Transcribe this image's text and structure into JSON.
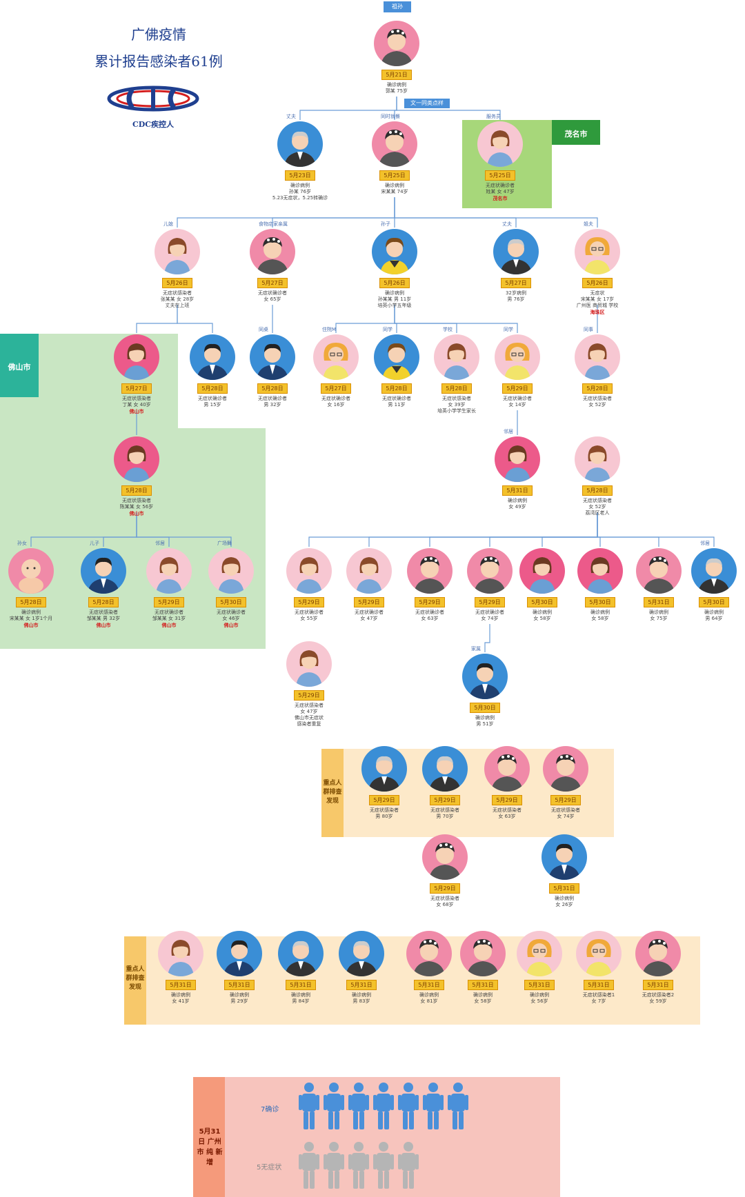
{
  "title": {
    "line1": "广佛疫情",
    "line2": "累计报告感染者61例"
  },
  "logo": {
    "text": "CDC疾控人"
  },
  "top_label": "祖孙",
  "cluster_label": "文一同类点样",
  "zones": {
    "maoming": "茂名市",
    "foshan": "佛山市",
    "key_group_1": "重点人群排查发现",
    "key_group_2": "重点人群排查发现",
    "summary": "5月31日 广州市 纯 新增"
  },
  "summary": {
    "confirmed_label": "7确诊",
    "asymptomatic_label": "5无症状",
    "confirmed_count": 7,
    "asymptomatic_count": 5
  },
  "nodes": [
    {
      "id": "root",
      "date": "5月21日",
      "desc": "确诊病例\n郭某 75岁",
      "kind": "grandma"
    },
    {
      "id": "n1",
      "rel": "丈夫",
      "date": "5月23日",
      "desc": "确诊病例\n孙某 76岁\n5.23无症状，5.25转确诊",
      "kind": "oldman"
    },
    {
      "id": "n2",
      "rel": "同时就餐",
      "date": "5月25日",
      "desc": "确诊病例\n宋某某 74岁",
      "kind": "grandma"
    },
    {
      "id": "n3",
      "rel": "服务员",
      "date": "5月25日",
      "desc": "无症状确诊者\n姓某 女 47岁",
      "place": "茂名市",
      "kind": "woman"
    },
    {
      "id": "n4",
      "rel": "儿媳",
      "date": "5月26日",
      "desc": "无症状感染者\n张某某 女 28岁\n丈夫在上班",
      "kind": "woman"
    },
    {
      "id": "n5",
      "rel": "食物店家亲属",
      "date": "5月27日",
      "desc": "无症状确诊者\n女 65岁",
      "kind": "grandma"
    },
    {
      "id": "n6",
      "rel": "孙子",
      "date": "5月26日",
      "desc": "确诊病例\n孙某某 男 11岁\n培英小学五年级",
      "kind": "boy"
    },
    {
      "id": "n7",
      "rel": "丈夫",
      "date": "5月27日",
      "desc": "32岁病例\n男 76岁",
      "kind": "oldman"
    },
    {
      "id": "n8",
      "rel": "姐夫",
      "date": "5月26日",
      "desc": "无症状\n宋某某 女 17岁\n广州医 商贸城 学校",
      "place": "海珠区",
      "kind": "girl"
    },
    {
      "id": "n9",
      "date": "5月27日",
      "desc": "无症状感染者\n丁某 女 40岁",
      "place": "佛山市",
      "kind": "woman2"
    },
    {
      "id": "n10",
      "date": "5月28日",
      "desc": "无症状确诊者\n男 15岁",
      "kind": "man"
    },
    {
      "id": "n11",
      "rel": "同桌",
      "date": "5月28日",
      "desc": "无症状确诊者\n男 32岁",
      "kind": "man"
    },
    {
      "id": "n12",
      "rel": "住院M",
      "date": "5月27日",
      "desc": "无症状确诊者\n女 16岁",
      "kind": "girl"
    },
    {
      "id": "n13",
      "rel": "同学",
      "date": "5月28日",
      "desc": "无症状确诊者\n男 11岁",
      "kind": "boy"
    },
    {
      "id": "n14",
      "rel": "学校",
      "date": "5月28日",
      "desc": "无症状感染者\n女 39岁\n培英小学学生家长",
      "kind": "woman"
    },
    {
      "id": "n15",
      "rel": "同学",
      "date": "5月29日",
      "desc": "无症状确诊者\n女 14岁",
      "kind": "girl"
    },
    {
      "id": "n16",
      "rel": "同事",
      "date": "5月28日",
      "desc": "无症状感染者\n女 52岁",
      "kind": "woman"
    },
    {
      "id": "n17",
      "date": "5月28日",
      "desc": "无症状感染者\n陈某某 女 56岁",
      "place": "佛山市",
      "kind": "woman2"
    },
    {
      "id": "n18",
      "rel": "邻居",
      "date": "5月31日",
      "desc": "确诊病例\n女 49岁",
      "kind": "woman2"
    },
    {
      "id": "n19",
      "date": "5月28日",
      "desc": "无症状感染者\n女 52岁\n荔湾区老人",
      "kind": "woman"
    },
    {
      "id": "n20",
      "rel": "孙女",
      "date": "5月28日",
      "desc": "确诊病例\n宋某某 女 1岁1个月",
      "place": "佛山市",
      "kind": "baby"
    },
    {
      "id": "n21",
      "rel": "儿子",
      "date": "5月28日",
      "desc": "无症状感染者\n邹某某 男 32岁",
      "place": "佛山市",
      "kind": "man"
    },
    {
      "id": "n22",
      "rel": "邻居",
      "date": "5月29日",
      "desc": "无症状确诊者\n邹某某 女 31岁",
      "place": "佛山市",
      "kind": "woman"
    },
    {
      "id": "n23",
      "rel": "广场舞",
      "date": "5月30日",
      "desc": "无症状确诊者\n女 46岁",
      "place": "佛山市",
      "kind": "woman"
    },
    {
      "id": "n24",
      "date": "5月29日",
      "desc": "无症状确诊者\n女 55岁",
      "kind": "woman"
    },
    {
      "id": "n25",
      "date": "5月29日",
      "desc": "无症状确诊者\n女 47岁",
      "kind": "woman"
    },
    {
      "id": "n26",
      "date": "5月29日",
      "desc": "无症状确诊者\n女 63岁",
      "kind": "grandma"
    },
    {
      "id": "n27",
      "date": "5月29日",
      "desc": "无症状确诊者\n女 74岁",
      "kind": "grandma"
    },
    {
      "id": "n28",
      "date": "5月30日",
      "desc": "确诊病例\n女 58岁",
      "kind": "woman2"
    },
    {
      "id": "n29",
      "date": "5月30日",
      "desc": "确诊病例\n女 58岁",
      "kind": "woman2"
    },
    {
      "id": "n30",
      "date": "5月31日",
      "desc": "确诊病例\n女 75岁",
      "kind": "grandma"
    },
    {
      "id": "n31",
      "rel": "邻居",
      "date": "5月30日",
      "desc": "确诊病例\n男 64岁",
      "kind": "oldman"
    },
    {
      "id": "n32",
      "date": "5月29日",
      "desc": "无症状感染者\n女 47岁\n佛山市无症状\n感染者重复",
      "kind": "woman"
    },
    {
      "id": "n33",
      "rel": "家属",
      "date": "5月30日",
      "desc": "确诊病例\n男 51岁",
      "kind": "man"
    },
    {
      "id": "n34",
      "date": "5月29日",
      "desc": "无症状感染者\n男 80岁",
      "kind": "oldman"
    },
    {
      "id": "n35",
      "date": "5月29日",
      "desc": "无症状感染者\n男 70岁",
      "kind": "oldman"
    },
    {
      "id": "n36",
      "date": "5月29日",
      "desc": "无症状感染者\n女 63岁",
      "kind": "grandma"
    },
    {
      "id": "n37",
      "date": "5月29日",
      "desc": "无症状感染者\n女 74岁",
      "kind": "grandma"
    },
    {
      "id": "n38",
      "date": "5月29日",
      "desc": "无症状感染者\n女 68岁",
      "kind": "grandma"
    },
    {
      "id": "n39",
      "date": "5月31日",
      "desc": "确诊病例\n女 26岁",
      "kind": "man"
    },
    {
      "id": "n40",
      "date": "5月31日",
      "desc": "确诊病例\n女 41岁",
      "kind": "woman"
    },
    {
      "id": "n41",
      "date": "5月31日",
      "desc": "确诊病例\n男 29岁",
      "kind": "man"
    },
    {
      "id": "n42",
      "date": "5月31日",
      "desc": "确诊病例\n男 84岁",
      "kind": "oldman"
    },
    {
      "id": "n43",
      "date": "5月31日",
      "desc": "确诊病例\n男 83岁",
      "kind": "oldman"
    },
    {
      "id": "n44",
      "date": "5月31日",
      "desc": "确诊病例\n女 81岁",
      "kind": "grandma"
    },
    {
      "id": "n45",
      "date": "5月31日",
      "desc": "确诊病例\n女 58岁",
      "kind": "grandma"
    },
    {
      "id": "n46",
      "date": "5月31日",
      "desc": "确诊病例\n女 56岁",
      "kind": "girl"
    },
    {
      "id": "n47",
      "date": "5月31日",
      "desc": "无症状感染者1\n女 7岁",
      "kind": "girl"
    },
    {
      "id": "n48",
      "date": "5月31日",
      "desc": "无症状感染者2\n女 59岁",
      "kind": "grandma"
    }
  ],
  "colors": {
    "green_zone": "#c9e6c3",
    "maoming_zone": "#a7d77a",
    "orange_zone": "#fde9c9",
    "orange_tab": "#f7c86a",
    "pink_zone": "#f7c4bd",
    "pink_tab": "#f59a7b",
    "teal": "#2cb39a",
    "blue_label": "#4a90d9",
    "line": "#6b9cd6"
  }
}
